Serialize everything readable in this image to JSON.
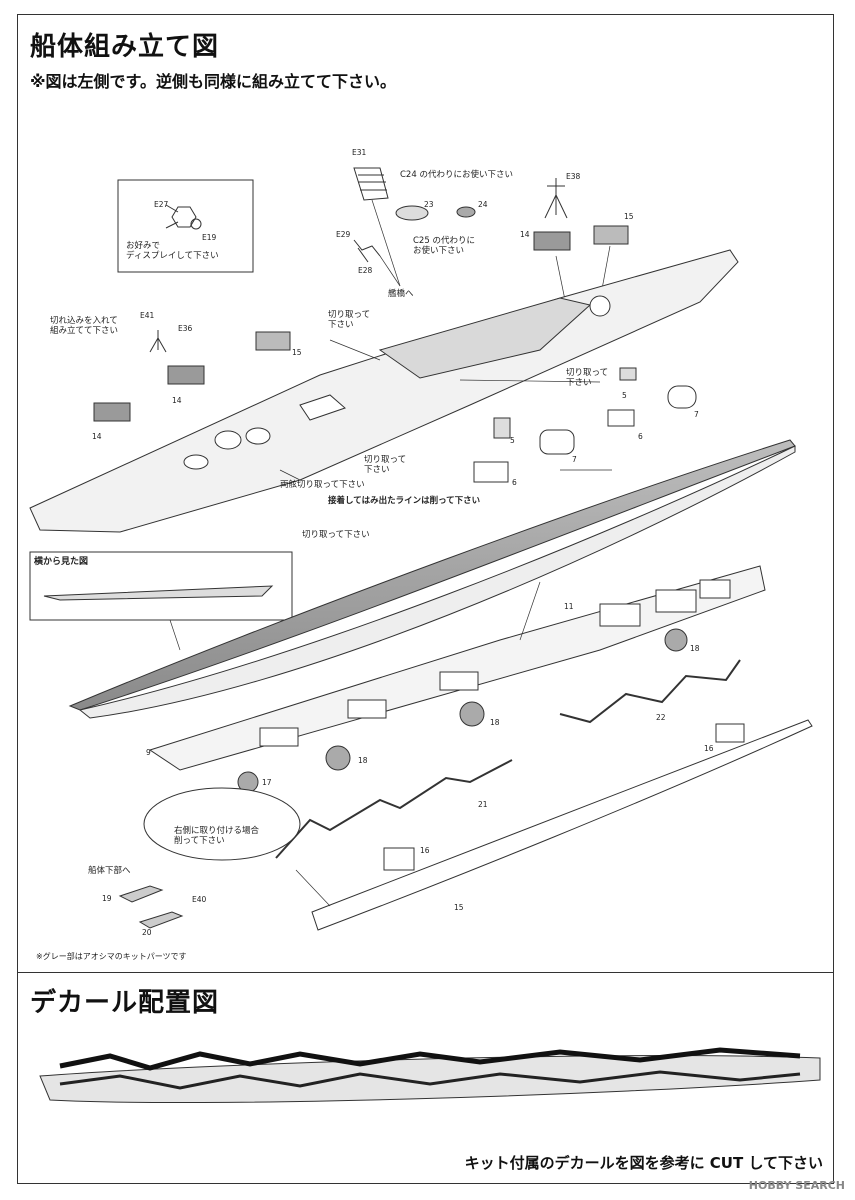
{
  "headings": {
    "assembly_title": "船体組み立て図",
    "assembly_note": "※図は左側です。逆側も同様に組み立てて下さい。",
    "decal_title": "デカール配置図",
    "decal_note": "キット付属のデカールを図を参考に CUT して下さい"
  },
  "footnote": "※グレー部はアオシマのキットパーツです",
  "inset_top": {
    "label": "お好みで\nディスプレイして下さい",
    "parts": [
      "E27",
      "E19"
    ]
  },
  "side_view_label": "横から見た図",
  "instructions": {
    "c24": "C24 の代わりにお使い下さい",
    "c25": "C25 の代わりに\nお使い下さい",
    "bridge": "艦橋へ",
    "notch": "切れ込みを入れて\n組み立てて下さい",
    "cut1": "切り取って\n下さい",
    "cut2": "切り取って\n下さい",
    "cut3": "切り取って\n下さい",
    "both_sides_cut": "両舷切り取って下さい",
    "shave_line": "接着してはみ出たラインは削って下さい",
    "cut4": "切り取って下さい",
    "right_side": "右側に取り付ける場合\n削って下さい",
    "hull_bottom": "船体下部へ"
  },
  "part_numbers": {
    "E31": "E31",
    "E38": "E38",
    "p23": "23",
    "p24": "24",
    "p14a": "14",
    "p15a": "15",
    "E29": "E29",
    "E28": "E28",
    "E41": "E41",
    "E36": "E36",
    "p15b": "15",
    "p14b": "14",
    "p14c": "14",
    "p5a": "5",
    "p7a": "7",
    "p5b": "5",
    "p6a": "6",
    "p7b": "7",
    "p6b": "6",
    "p11": "11",
    "p18a": "18",
    "p18b": "18",
    "p18c": "18",
    "p9": "9",
    "p17": "17",
    "p22": "22",
    "p16a": "16",
    "p21": "21",
    "p16b": "16",
    "p15c": "15",
    "p19": "19",
    "E40": "E40",
    "p20": "20"
  },
  "watermark": "HOBBY SEARCH"
}
